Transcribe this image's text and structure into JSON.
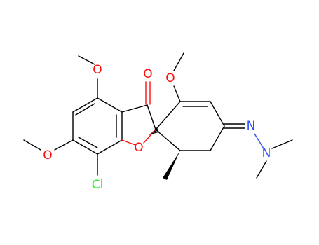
{
  "molecule": {
    "atoms": {
      "o_ome_top_left": "O",
      "o_ome_bottom_left": "O",
      "o_ketone": "O",
      "o_ome_ring": "O",
      "o_furan": "O",
      "cl": "Cl",
      "n_imine": "N",
      "n_amine": "N"
    },
    "colors": {
      "carbon": "#000000",
      "oxygen": "#ff0d0d",
      "nitrogen": "#3050f8",
      "chlorine": "#1ff01f"
    }
  }
}
